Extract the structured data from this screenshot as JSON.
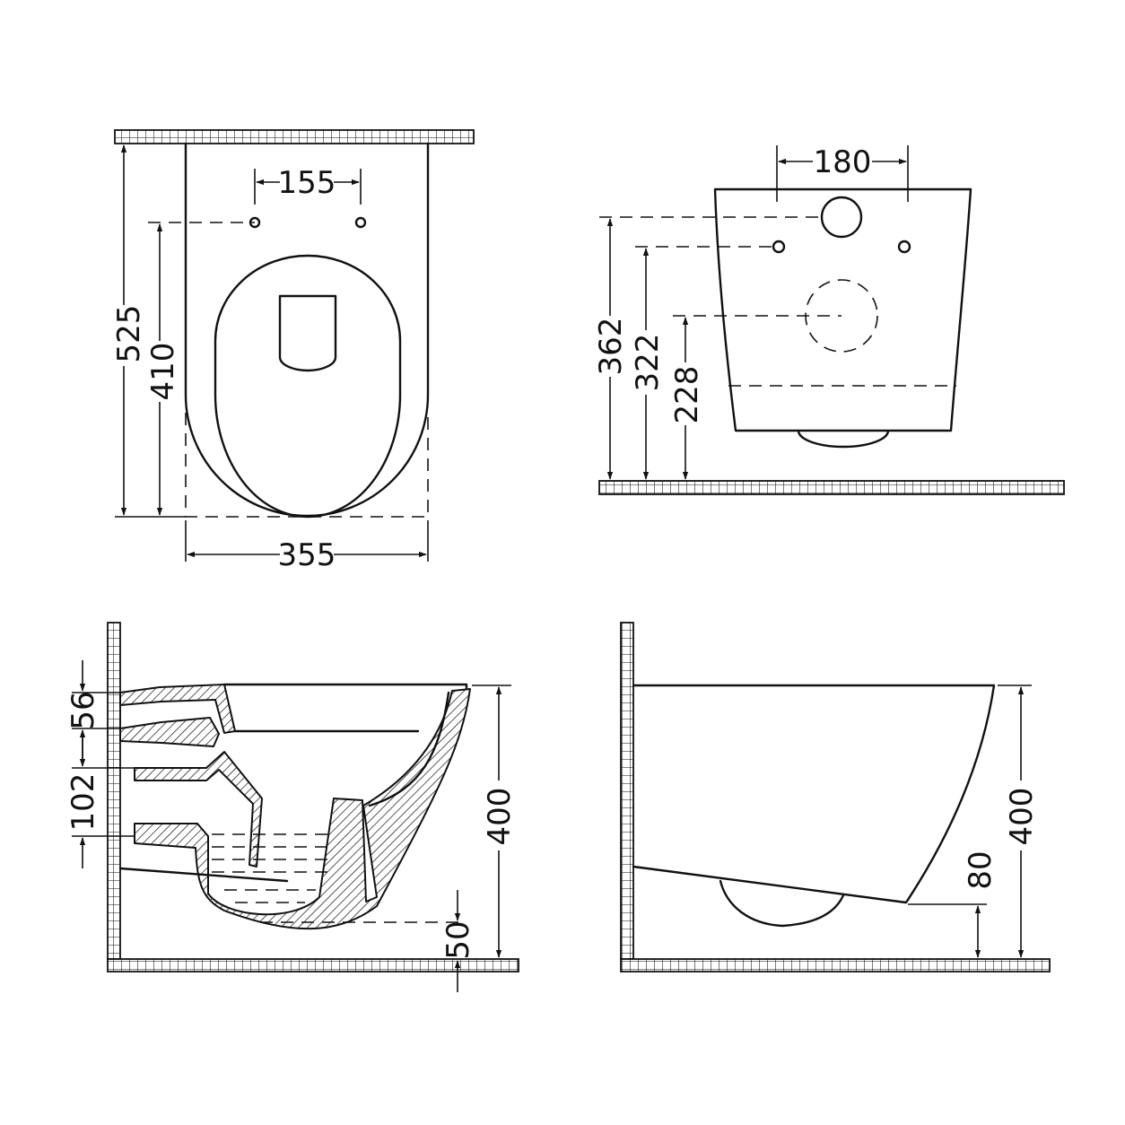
{
  "views": {
    "top": {
      "mounting_spacing": "155",
      "overall_length": "525",
      "fixing_to_front": "410",
      "overall_width": "355"
    },
    "rear": {
      "bolt_spacing": "180",
      "inlet_height": "362",
      "bolt_height": "322",
      "outlet_height": "228"
    },
    "section": {
      "inlet_top": "56",
      "outlet_size": "102",
      "rim_height": "400",
      "trap_clearance": "50"
    },
    "side": {
      "rim_height": "400",
      "base_clearance": "80"
    }
  },
  "colors": {
    "line": "#111111",
    "background": "#ffffff"
  }
}
